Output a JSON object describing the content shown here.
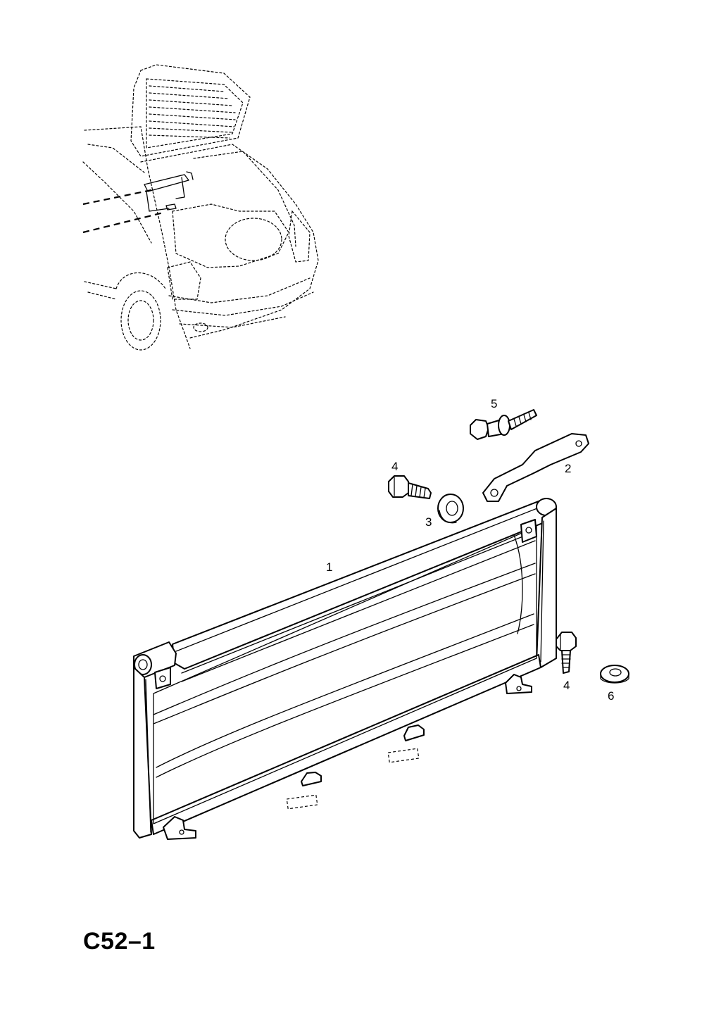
{
  "diagram": {
    "code": "C52–1",
    "callouts": [
      {
        "id": "1",
        "text": "1"
      },
      {
        "id": "2",
        "text": "2"
      },
      {
        "id": "3",
        "text": "3"
      },
      {
        "id": "4a",
        "text": "4"
      },
      {
        "id": "4b",
        "text": "4"
      },
      {
        "id": "5",
        "text": "5"
      },
      {
        "id": "6",
        "text": "6"
      }
    ]
  }
}
